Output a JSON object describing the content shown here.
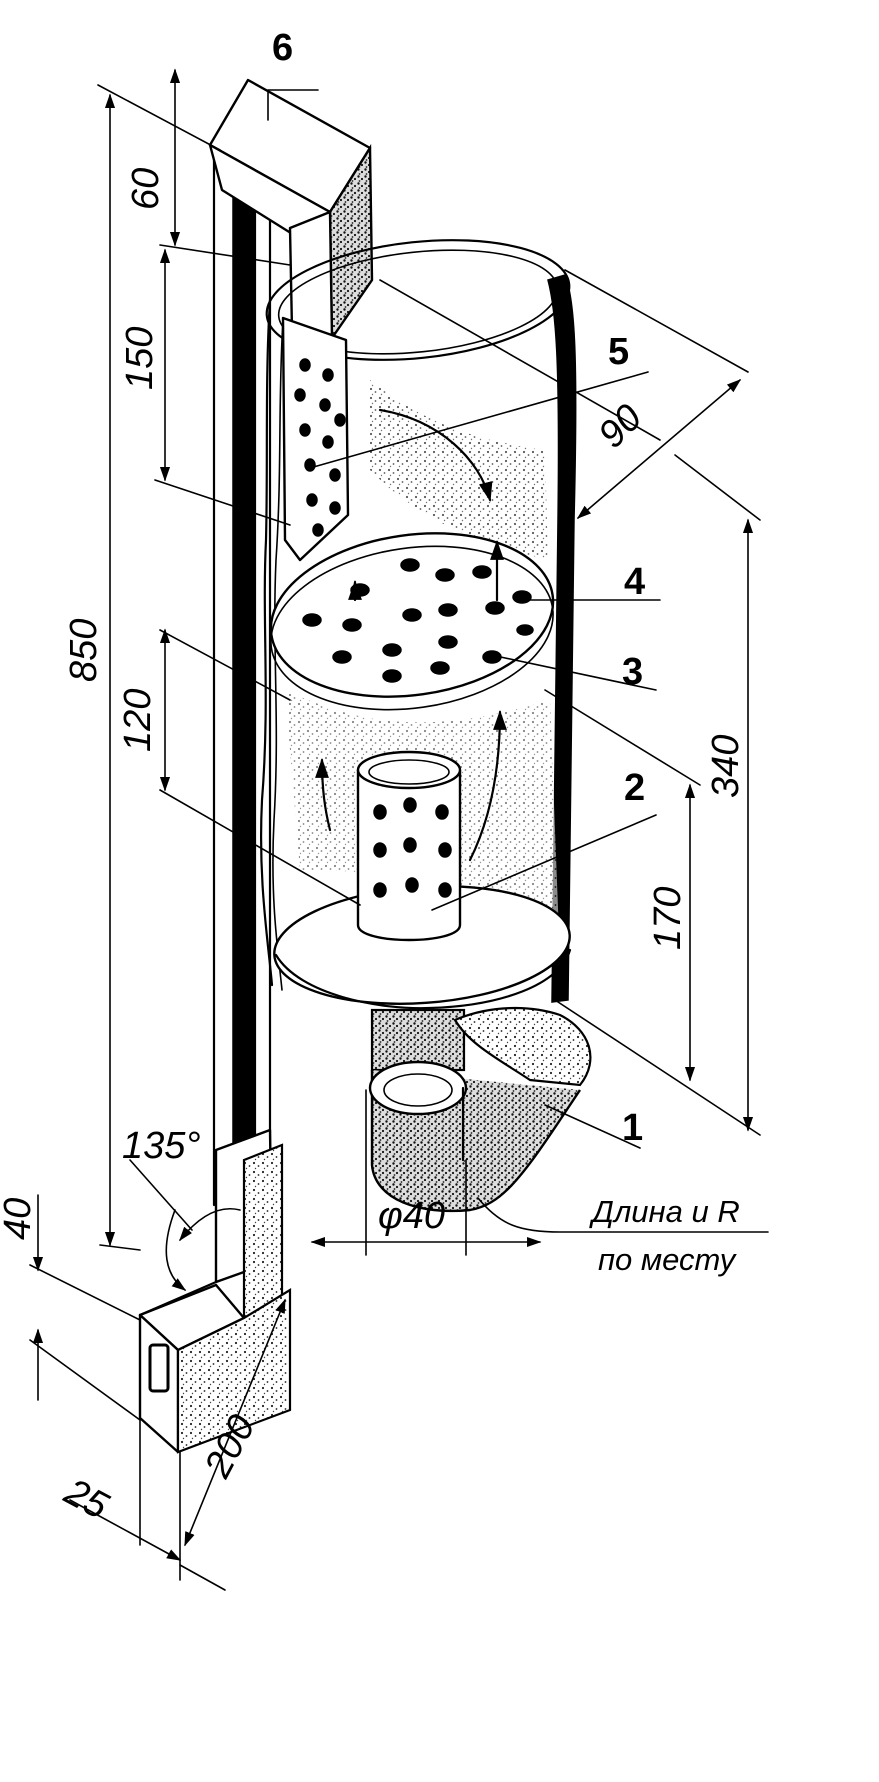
{
  "parts": {
    "p1": "1",
    "p2": "2",
    "p3": "3",
    "p4": "4",
    "p5": "5",
    "p6": "6"
  },
  "dimensions": {
    "d850": "850",
    "d60": "60",
    "d150": "150",
    "d120": "120",
    "d90": "90",
    "d340": "340",
    "d170": "170",
    "d40": "40",
    "d200": "200",
    "d25": "25",
    "diam40": "φ40",
    "angle135": "135°"
  },
  "note": {
    "line1": "Длина и R",
    "line2": "по месту"
  },
  "colors": {
    "ink": "#000000",
    "paper": "#ffffff",
    "stipple": "#3a3a3a"
  }
}
